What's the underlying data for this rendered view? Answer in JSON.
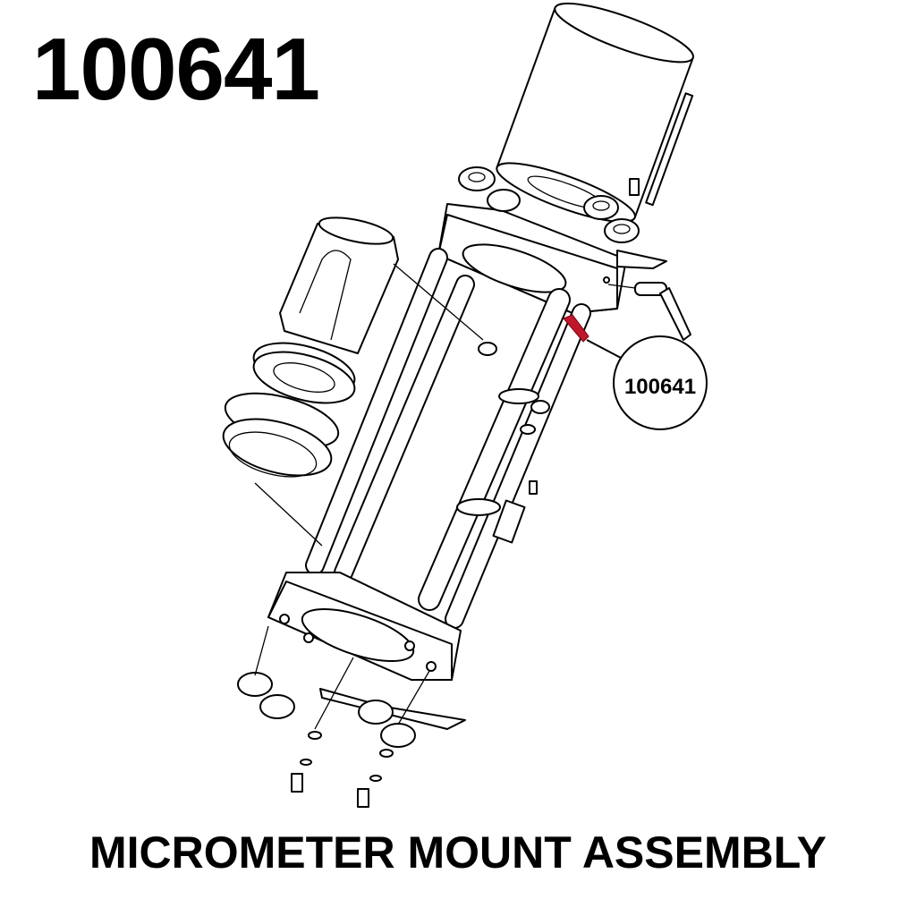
{
  "part_number": "100641",
  "callout_label": "100641",
  "caption": "MICROMETER MOUNT ASSEMBLY",
  "colors": {
    "highlight": "#c0182a",
    "line": "#000000",
    "background": "#ffffff"
  }
}
